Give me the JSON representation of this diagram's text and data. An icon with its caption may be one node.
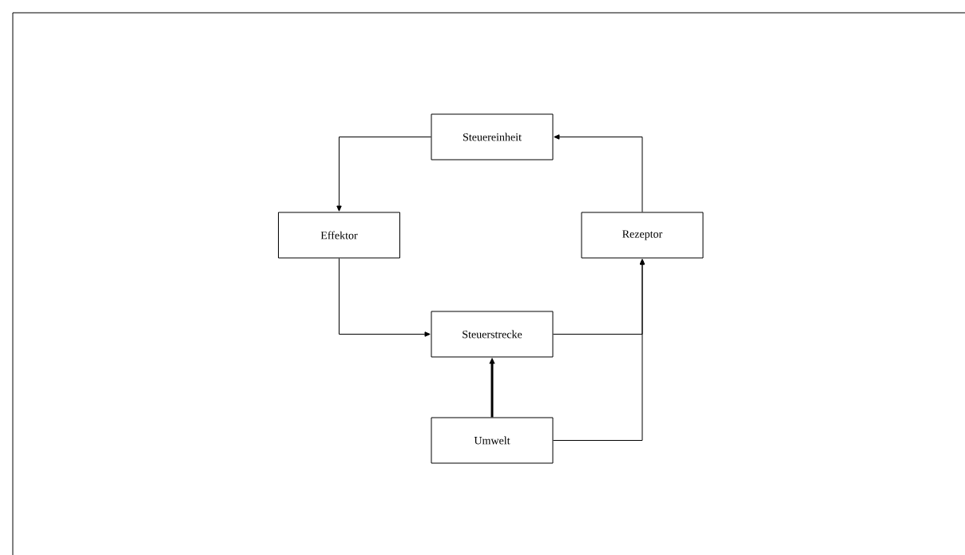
{
  "diagram": {
    "nodes": [
      {
        "text": [
          "Steuereinheit"
        ]
      },
      {
        "text": [
          "Effektor"
        ]
      },
      {
        "text": [
          "Rezeptor"
        ]
      },
      {
        "text": [
          "Steuerstrecke"
        ]
      },
      {
        "text": [
          "Umwelt"
        ]
      }
    ],
    "edges": [
      {
        "from": 0,
        "to": 1,
        "arrow": "to"
      },
      {
        "from": 2,
        "to": 0,
        "arrow": "to"
      },
      {
        "from": 1,
        "to": 3,
        "arrow": "to"
      },
      {
        "from": 3,
        "to": 2,
        "arrow": "to"
      },
      {
        "from": 4,
        "to": 2,
        "arrow": "to"
      },
      {
        "from": 4,
        "to": 3,
        "arrow": "to",
        "style": "thick"
      }
    ]
  }
}
